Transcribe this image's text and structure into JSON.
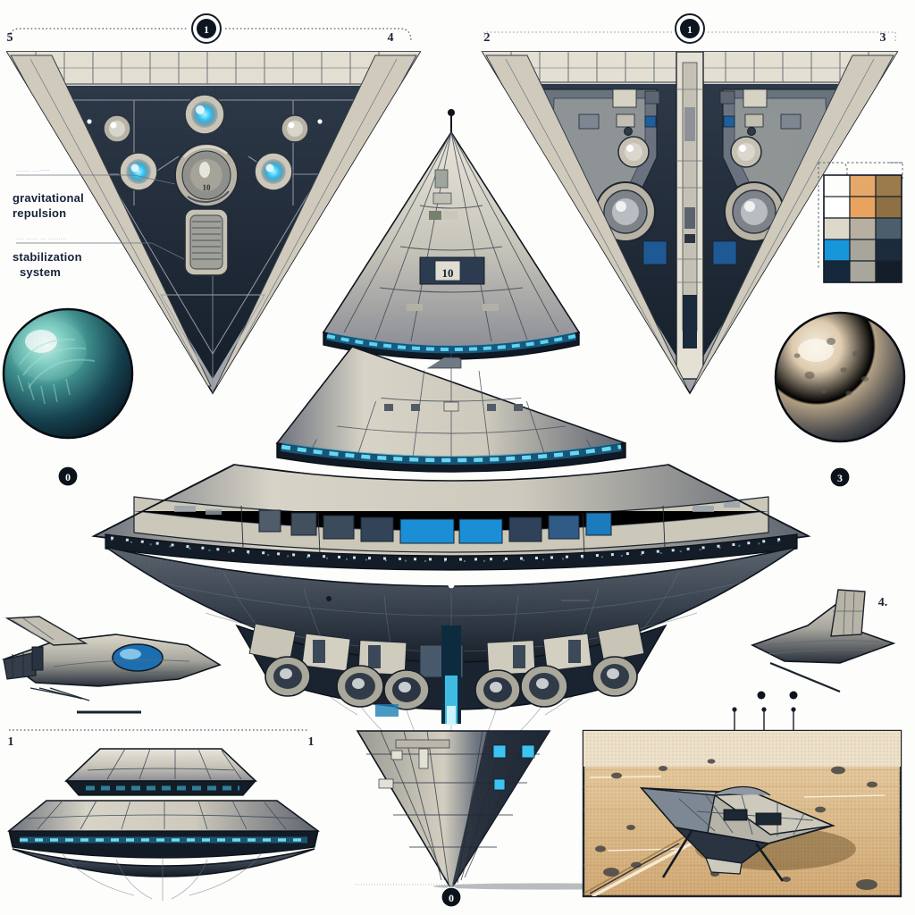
{
  "sheet": {
    "background_color": "#fdfdfb",
    "ink_color": "#16233a"
  },
  "top_dimension_left": {
    "start_mark": "5",
    "end_mark": "4",
    "badge_label": "1",
    "name": "left-plan-view-dimension"
  },
  "top_dimension_right": {
    "start_mark": "2",
    "end_mark": "3",
    "badge_label": "1",
    "name": "right-plan-view-dimension"
  },
  "callouts": [
    {
      "id": "callout-1",
      "line1": "gravitational",
      "line2": "repulsion",
      "micro_note": "....... ....----"
    },
    {
      "id": "callout-2",
      "line1": "stabilization",
      "line2": "system",
      "micro_note": ".... ...... ... ........."
    }
  ],
  "spheres": {
    "left": {
      "name": "planet-teal",
      "badge": "0",
      "base_color": "#0e2733",
      "highlight_color": "#8fd8cd",
      "mid_color": "#2f7f83"
    },
    "right": {
      "name": "moon-tan",
      "badge": "3",
      "base_color": "#1b2230",
      "highlight_color": "#efe3cf",
      "mid_color": "#c9b495"
    }
  },
  "palette": {
    "title": "color-swatch-grid",
    "rows": [
      [
        "",
        "#e6a869",
        "#9b7b4c"
      ],
      [
        "#ffffff",
        "#e8a45f",
        "#8e7044"
      ],
      [
        "#ded8cb",
        "#b7b0a1",
        "#4c5e6b"
      ],
      [
        "#1896dc",
        "#a8a69b",
        "#1d2c3c"
      ],
      [
        "#16293c",
        "#a9a79c",
        "#141d2a"
      ]
    ]
  },
  "bottom_dimension": {
    "start_mark": "1",
    "end_mark": "1",
    "name": "side-elevation-dimension"
  },
  "bottom_center": {
    "badge": "0",
    "name": "keel-module-badge"
  },
  "fighters": {
    "left": {
      "name": "interceptor-side-view-left",
      "canopy_color": "#1b6fb0"
    },
    "right": {
      "name": "interceptor-side-view-right",
      "label": "4."
    }
  },
  "inset_photo": {
    "name": "landed-craft-desert-inset",
    "sand_color": "#dcb27e",
    "sky_color": "#e8d4b4",
    "leader_count": 3,
    "micro_note": "......"
  },
  "main_view": {
    "name": "primary-elevation-cone-ship",
    "hull_light": "#d9d4c8",
    "hull_mid": "#8e9099",
    "hull_dark": "#25303e",
    "glow_color": "#2fc3f5",
    "window_blue": "#1b8ed6",
    "marking": "10"
  }
}
